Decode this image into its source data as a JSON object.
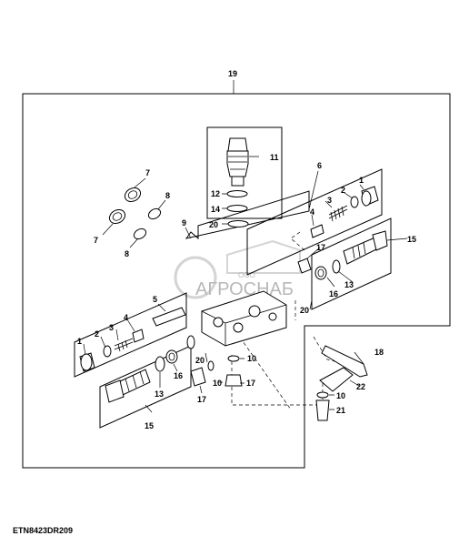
{
  "diagram": {
    "callouts": {
      "c19": "19",
      "c11": "11",
      "c6": "6",
      "c7a": "7",
      "c7b": "7",
      "c8a": "8",
      "c8b": "8",
      "c9": "9",
      "c12": "12",
      "c14": "14",
      "c20a": "20",
      "c1a": "1",
      "c2a": "2",
      "c3a": "3",
      "c4a": "4",
      "c15a": "15",
      "c17a": "17",
      "c16a": "16",
      "c13a": "13",
      "c20b": "20",
      "c5": "5",
      "c4b": "4",
      "c3b": "3",
      "c2b": "2",
      "c1b": "1",
      "c20c": "20",
      "c10a": "10",
      "c10b": "10",
      "c17b": "17",
      "c17c": "17",
      "c13b": "13",
      "c16b": "16",
      "c15b": "15",
      "c18": "18",
      "c22": "22",
      "c10c": "10",
      "c21": "21"
    },
    "reference_code": "ETN8423DR209",
    "watermark": {
      "brand": "АГРОСНАБ",
      "sub": "ООО"
    }
  }
}
